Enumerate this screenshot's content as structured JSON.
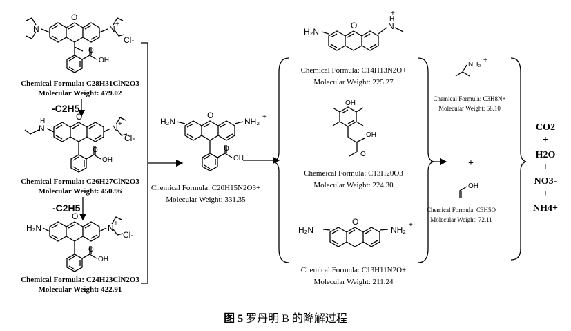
{
  "m1": {
    "formula": "Chemical Formula: C28H31ClN2O3",
    "mw": "Molecular Weight: 479.02",
    "counter": "Cl-"
  },
  "step1": "-C2H5",
  "m2": {
    "formula": "Chemical Formula: C26H27ClN2O3",
    "mw": "Molecular Weight: 450.96",
    "counter": "Cl-"
  },
  "step2": "-C2H5",
  "m3": {
    "formula": "Chemical Formula: C24H23ClN2O3",
    "mw": "Molecular Weight: 422.91",
    "counter": "Cl-"
  },
  "m4": {
    "formula": "Chemical Formula: C20H15N2O3+",
    "mw": "Molecular Weight: 331.35"
  },
  "p1": {
    "formula": "Chemical Formula: C14H13N2O+",
    "mw": "Molecular Weight: 225.27"
  },
  "p2": {
    "formula": "Chemeical Formula: C13H20O3",
    "mw": "Molecular Weight: 224.30"
  },
  "p3": {
    "formula": "Chemical Formula: C13H11N2O+",
    "mw": "Molecular Weight: 211.24"
  },
  "s1": {
    "formula": "Chemical Formula: C3H8N+",
    "mw": "Molecular Weight: 58.10"
  },
  "s2": {
    "formula": "Chemical Formula: C3H5O",
    "mw": "Molecular Weight: 72.11"
  },
  "plus": "+",
  "final": [
    "CO2",
    "+",
    "H2O",
    "+",
    "NO3-",
    "+",
    "NH4+"
  ],
  "caption": {
    "prefix": "图 5",
    "text": "罗丹明 B 的降解过程"
  }
}
